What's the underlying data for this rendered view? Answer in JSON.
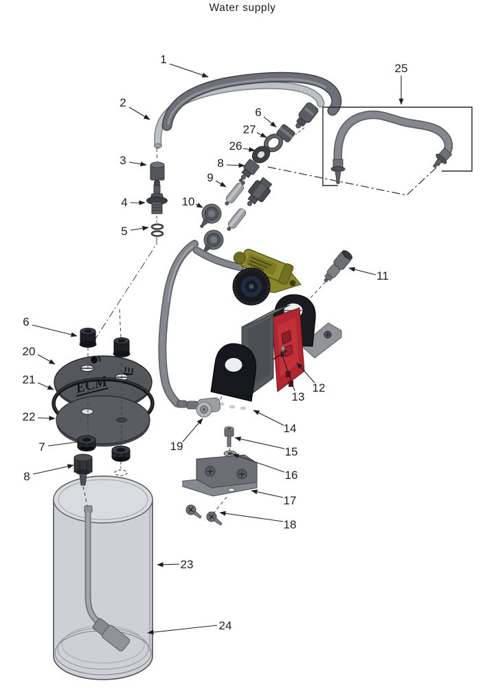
{
  "title": "Water supply",
  "colors": {
    "leader_line": "#1d1f22",
    "tube_gray": "#7f838a",
    "tube_light": "#b7bbc0",
    "pump_red": "#b02730",
    "motor_olive": "#8f8c2e",
    "bracket_black": "#17181b",
    "tank_gray": "#c7cacd"
  },
  "lid": {
    "logo": "ECM",
    "icons": [
      "cup-icon",
      "steam-icon"
    ]
  },
  "callouts": [
    {
      "label": "1"
    },
    {
      "label": "2"
    },
    {
      "label": "3"
    },
    {
      "label": "4"
    },
    {
      "label": "5"
    },
    {
      "label": "6"
    },
    {
      "label": "27"
    },
    {
      "label": "26"
    },
    {
      "label": "8"
    },
    {
      "label": "9"
    },
    {
      "label": "10"
    },
    {
      "label": "25"
    },
    {
      "label": "11"
    },
    {
      "label": "6"
    },
    {
      "label": "20"
    },
    {
      "label": "21"
    },
    {
      "label": "22"
    },
    {
      "label": "7"
    },
    {
      "label": "8"
    },
    {
      "label": "19"
    },
    {
      "label": "12"
    },
    {
      "label": "13"
    },
    {
      "label": "14"
    },
    {
      "label": "15"
    },
    {
      "label": "16"
    },
    {
      "label": "17"
    },
    {
      "label": "18"
    },
    {
      "label": "23"
    },
    {
      "label": "24"
    }
  ]
}
